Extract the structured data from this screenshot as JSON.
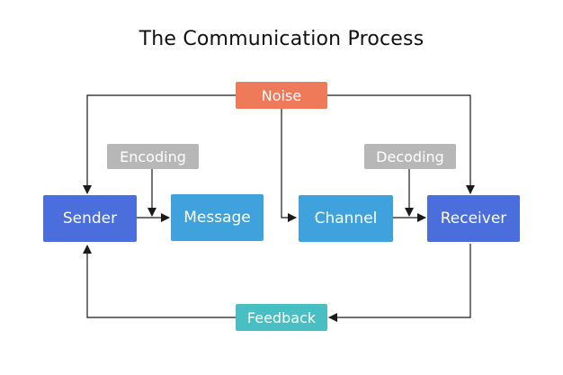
{
  "title": "The Communication Process",
  "nodes": {
    "noise": "Noise",
    "encoding": "Encoding",
    "decoding": "Decoding",
    "sender": "Sender",
    "message": "Message",
    "channel": "Channel",
    "receiver": "Receiver",
    "feedback": "Feedback"
  },
  "colors": {
    "noise": "#EE7A5A",
    "codec": "#B7B7B7",
    "sender_receiver": "#4A6EDB",
    "message_channel": "#3FA2DD",
    "feedback": "#49BFC4",
    "arrow": "#1A1A1A"
  }
}
